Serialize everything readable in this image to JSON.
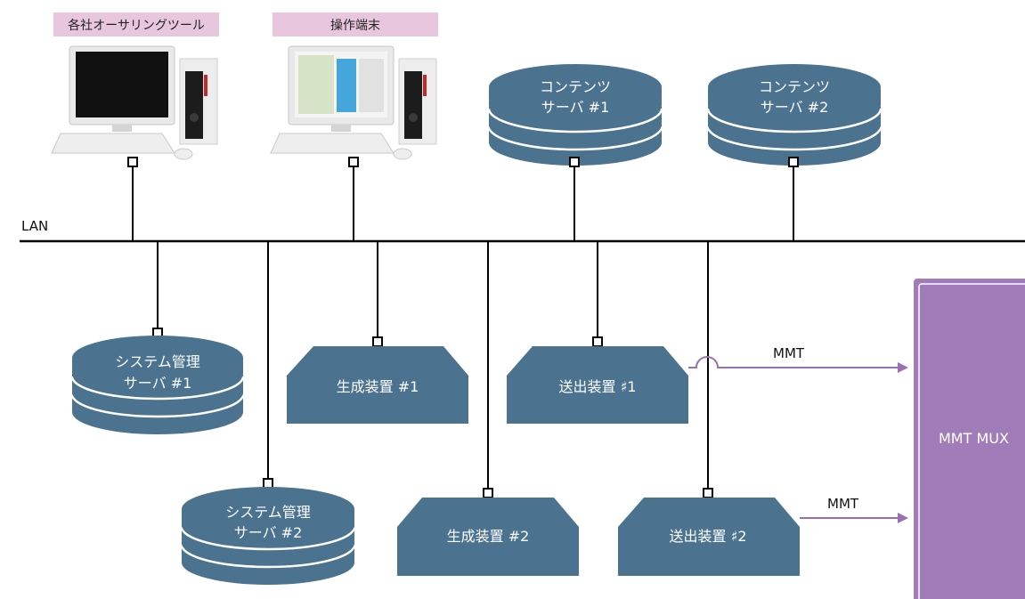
{
  "pc_tags": {
    "outsourcing_tool": "各社オーサリングツール",
    "operation_terminal": "操作端末"
  },
  "network": {
    "lan_label": "LAN"
  },
  "content_servers": [
    {
      "line1": "コンテンツ",
      "line2": "サーバ #1"
    },
    {
      "line1": "コンテンツ",
      "line2": "サーバ #2"
    }
  ],
  "system_servers": [
    {
      "line1": "システム管理",
      "line2": "サーバ #1"
    },
    {
      "line1": "システム管理",
      "line2": "サーバ #2"
    }
  ],
  "generators": [
    {
      "label": "生成装置 #1"
    },
    {
      "label": "生成装置 #2"
    }
  ],
  "transmitters": [
    {
      "label": "送出装置 ♯1"
    },
    {
      "label": "送出装置 ♯2"
    }
  ],
  "mux": {
    "label": "MMT MUX"
  },
  "streams": [
    {
      "label": "MMT"
    },
    {
      "label": "MMT"
    }
  ],
  "colors": {
    "device": "#4b7390",
    "mux": "#a07cb8",
    "arrow": "#9b6fb3",
    "tag": "#e8c7de"
  }
}
